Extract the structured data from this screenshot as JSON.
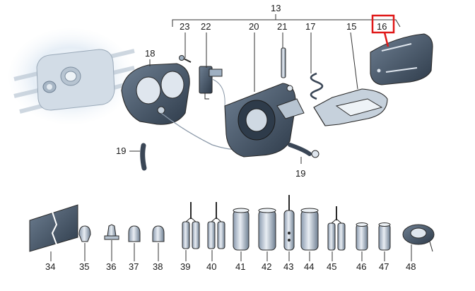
{
  "callouts": [
    {
      "id": "c13",
      "text": "13"
    },
    {
      "id": "c23",
      "text": "23"
    },
    {
      "id": "c22",
      "text": "22"
    },
    {
      "id": "c20",
      "text": "20"
    },
    {
      "id": "c21",
      "text": "21"
    },
    {
      "id": "c17",
      "text": "17"
    },
    {
      "id": "c15",
      "text": "15"
    },
    {
      "id": "c16",
      "text": "16"
    },
    {
      "id": "c18",
      "text": "18"
    },
    {
      "id": "c19a",
      "text": "19"
    },
    {
      "id": "c19b",
      "text": "19"
    }
  ],
  "small_parts": [
    {
      "id": "p34",
      "text": "34"
    },
    {
      "id": "p35",
      "text": "35"
    },
    {
      "id": "p36",
      "text": "36"
    },
    {
      "id": "p37",
      "text": "37"
    },
    {
      "id": "p38",
      "text": "38"
    },
    {
      "id": "p39",
      "text": "39"
    },
    {
      "id": "p40",
      "text": "40"
    },
    {
      "id": "p41",
      "text": "41"
    },
    {
      "id": "p42",
      "text": "42"
    },
    {
      "id": "p43",
      "text": "43"
    },
    {
      "id": "p44",
      "text": "44"
    },
    {
      "id": "p45",
      "text": "45"
    },
    {
      "id": "p46",
      "text": "46"
    },
    {
      "id": "p47",
      "text": "47"
    },
    {
      "id": "p48",
      "text": "48"
    }
  ],
  "highlight": {
    "target": "16",
    "color": "#e01818"
  }
}
